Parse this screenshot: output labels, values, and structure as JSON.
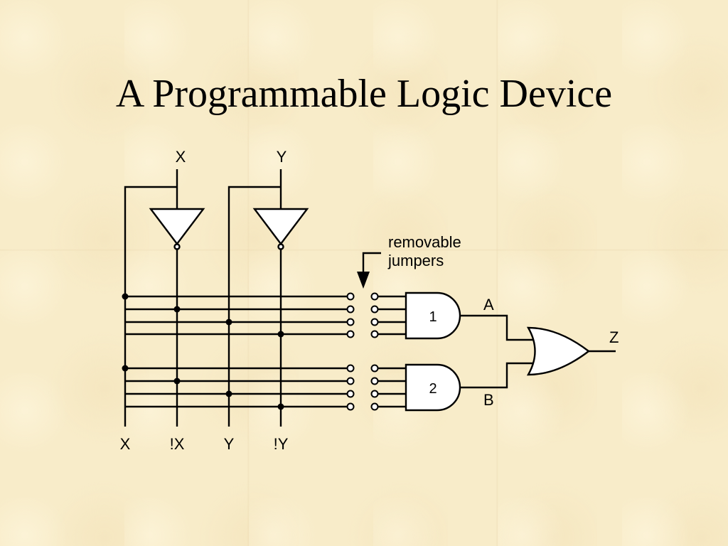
{
  "slide": {
    "title": "A Programmable Logic Device"
  },
  "diagram": {
    "inputs_top": [
      "X",
      "Y"
    ],
    "columns_bottom": [
      "X",
      "!X",
      "Y",
      "!Y"
    ],
    "jumper_label_line1": "removable",
    "jumper_label_line2": "jumpers",
    "and_gate_1": "1",
    "and_gate_2": "2",
    "output_a": "A",
    "output_b": "B",
    "output_z": "Z"
  }
}
